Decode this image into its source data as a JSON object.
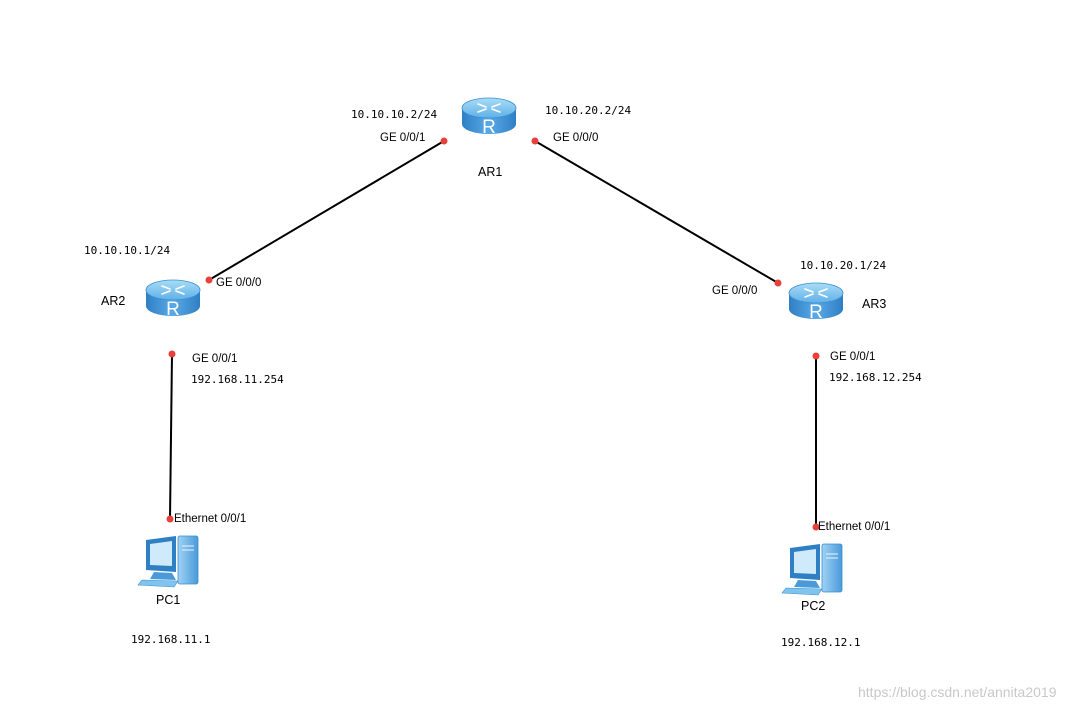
{
  "colors": {
    "link": "#000000",
    "port_dot": "#e8403a",
    "router_top": "#7fc4ee",
    "router_side": "#3a8fd1",
    "monitor": "#5aa9e6"
  },
  "devices": {
    "ar1": {
      "name": "AR1",
      "icon": "router-icon",
      "glyph": "R"
    },
    "ar2": {
      "name": "AR2",
      "icon": "router-icon",
      "glyph": "R"
    },
    "ar3": {
      "name": "AR3",
      "icon": "router-icon",
      "glyph": "R"
    },
    "pc1": {
      "name": "PC1",
      "icon": "pc-icon"
    },
    "pc2": {
      "name": "PC2",
      "icon": "pc-icon"
    }
  },
  "ports": {
    "ar1_g1": "GE 0/0/1",
    "ar1_g0": "GE 0/0/0",
    "ar2_g0": "GE 0/0/0",
    "ar2_g1": "GE 0/0/1",
    "ar3_g0": "GE 0/0/0",
    "ar3_g1": "GE 0/0/1",
    "pc1_eth": "Ethernet 0/0/1",
    "pc2_eth": "Ethernet 0/0/1"
  },
  "addresses": {
    "ar1_g1": "10.10.10.2/24",
    "ar1_g0": "10.10.20.2/24",
    "ar2_g0": "10.10.10.1/24",
    "ar2_g1": "192.168.11.254",
    "ar3_g0": "10.10.20.1/24",
    "ar3_g1": "192.168.12.254",
    "pc1": "192.168.11.1",
    "pc2": "192.168.12.1"
  },
  "watermark": "https://blog.csdn.net/annita2019"
}
